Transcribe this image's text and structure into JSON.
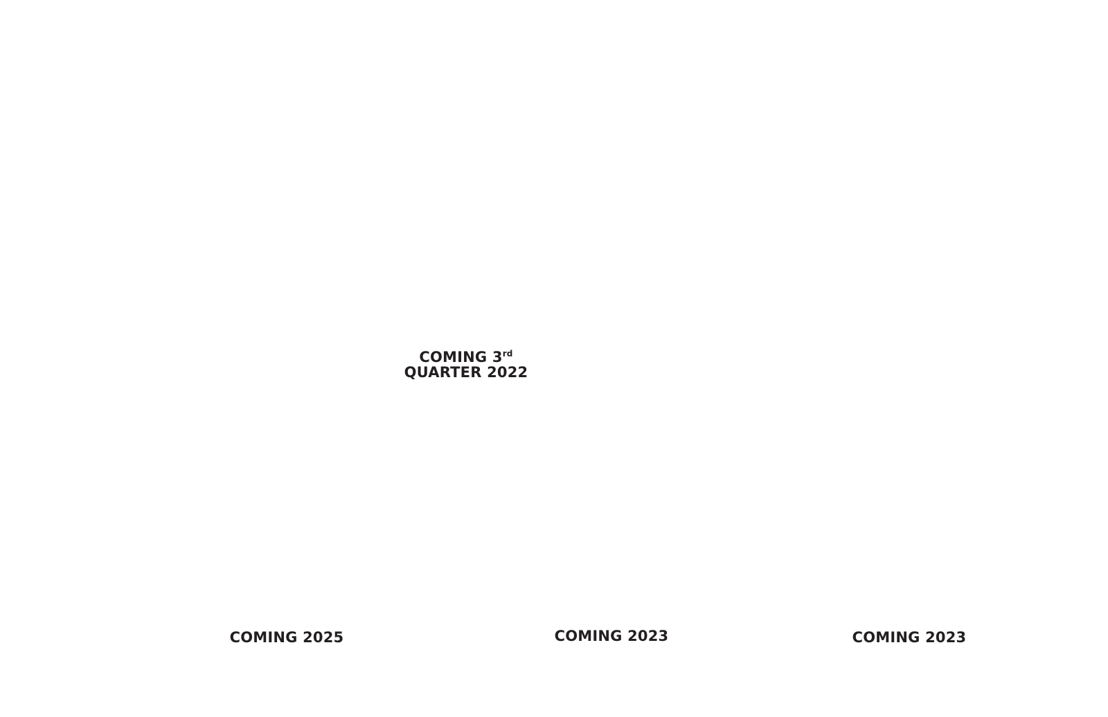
{
  "announcements": {
    "quarter": {
      "line1_prefix": "COMING 3",
      "line1_suffix": "rd",
      "line2": "QUARTER 2022"
    },
    "left": "COMING 2025",
    "center": "COMING 2023",
    "right": "COMING 2023"
  }
}
